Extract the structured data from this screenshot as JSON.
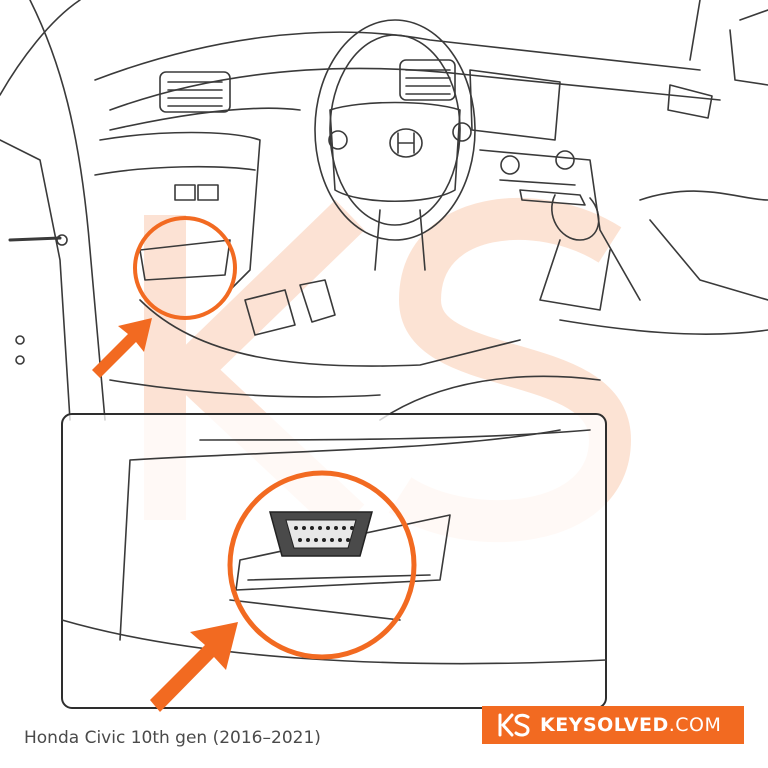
{
  "caption": "Honda Civic 10th gen (2016–2021)",
  "brand": {
    "name_strong": "KEYSOLVED",
    "name_suffix": ".COM",
    "logo_mark": "KS"
  },
  "colors": {
    "accent": "#f26a21",
    "watermark": "#fbd9c6",
    "line": "#3a3a3a",
    "caption": "#4a4a4a"
  }
}
